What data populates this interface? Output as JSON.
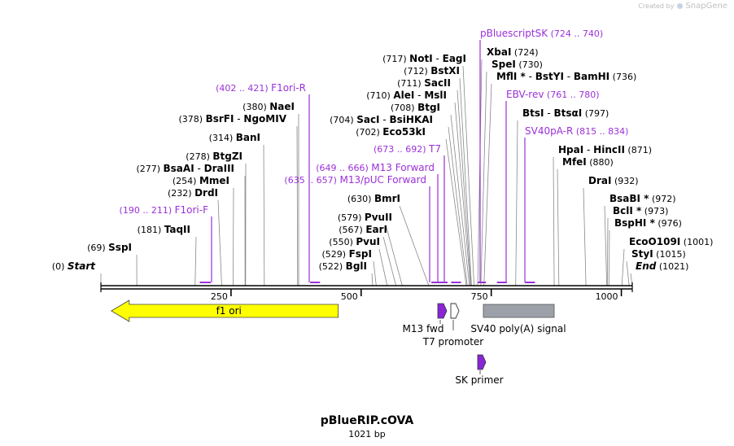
{
  "brand": {
    "prefix": "Created by",
    "name": "SnapGene"
  },
  "plasmid": {
    "name": "pBlueRIP.cOVA",
    "length_label": "1021 bp",
    "length": 1021
  },
  "colors": {
    "primer": "#9b30d9",
    "f1ori": "#ffff00",
    "feature_gray": "#9ca0a8",
    "primer_arrow": "#8a25d6"
  },
  "ruler_ticks": [
    250,
    500,
    750,
    1000
  ],
  "sites": [
    {
      "name": "Start",
      "pos": 0,
      "label": "(0)",
      "style": "ends"
    },
    {
      "name": "SspI",
      "pos": 69,
      "label": "(69)"
    },
    {
      "name": "TaqII",
      "pos": 181,
      "label": "(181)"
    },
    {
      "name": "DrdI",
      "pos": 232,
      "label": "(232)"
    },
    {
      "name": "MmeI",
      "pos": 254,
      "label": "(254)"
    },
    {
      "name": "BsaAI",
      "name2": "DraIII",
      "pos": 277,
      "label": "(277)"
    },
    {
      "name": "BtgZI",
      "pos": 278,
      "label": "(278)"
    },
    {
      "name": "BanI",
      "pos": 314,
      "label": "(314)"
    },
    {
      "name": "BsrFI",
      "name2": "NgoMIV",
      "pos": 378,
      "label": "(378)"
    },
    {
      "name": "NaeI",
      "pos": 380,
      "label": "(380)"
    },
    {
      "name": "BglI",
      "pos": 522,
      "label": "(522)"
    },
    {
      "name": "FspI",
      "pos": 529,
      "label": "(529)"
    },
    {
      "name": "PvuI",
      "pos": 550,
      "label": "(550)"
    },
    {
      "name": "EarI",
      "pos": 567,
      "label": "(567)"
    },
    {
      "name": "PvuII",
      "pos": 579,
      "label": "(579)"
    },
    {
      "name": "BmrI",
      "pos": 630,
      "label": "(630)"
    },
    {
      "name": "Eco53kI",
      "pos": 702,
      "label": "(702)"
    },
    {
      "name": "SacI",
      "name2": "BsiHKAI",
      "pos": 704,
      "label": "(704)"
    },
    {
      "name": "BtgI",
      "pos": 708,
      "label": "(708)"
    },
    {
      "name": "AleI",
      "name2": "MslI",
      "pos": 710,
      "label": "(710)"
    },
    {
      "name": "SacII",
      "pos": 711,
      "label": "(711)"
    },
    {
      "name": "BstXI",
      "pos": 712,
      "label": "(712)"
    },
    {
      "name": "NotI",
      "name2": "EagI",
      "pos": 717,
      "label": "(717)"
    },
    {
      "name": "XbaI",
      "pos": 724,
      "label": "(724)"
    },
    {
      "name": "SpeI",
      "pos": 730,
      "label": "(730)"
    },
    {
      "name": "MflI *",
      "name2": "BstYI",
      "name3": "BamHI",
      "pos": 736,
      "label": "(736)"
    },
    {
      "name": "BtsI",
      "name2": "BtsαI",
      "pos": 797,
      "label": "(797)"
    },
    {
      "name": "HpaI",
      "name2": "HincII",
      "pos": 871,
      "label": "(871)"
    },
    {
      "name": "MfeI",
      "pos": 880,
      "label": "(880)"
    },
    {
      "name": "DraI",
      "pos": 932,
      "label": "(932)"
    },
    {
      "name": "BsaBI *",
      "pos": 972,
      "label": "(972)"
    },
    {
      "name": "BclI *",
      "pos": 973,
      "label": "(973)"
    },
    {
      "name": "BspHI *",
      "pos": 976,
      "label": "(976)"
    },
    {
      "name": "EcoO109I",
      "pos": 1001,
      "label": "(1001)"
    },
    {
      "name": "StyI",
      "pos": 1015,
      "label": "(1015)"
    },
    {
      "name": "End",
      "pos": 1021,
      "label": "(1021)",
      "style": "ends"
    }
  ],
  "primers": [
    {
      "name": "F1ori-F",
      "range": "(190 .. 211)",
      "start": 190,
      "end": 211
    },
    {
      "name": "F1ori-R",
      "range": "(402 .. 421)",
      "start": 402,
      "end": 421
    },
    {
      "name": "M13/pUC Forward",
      "range": "(635 .. 657)",
      "start": 635,
      "end": 657
    },
    {
      "name": "M13 Forward",
      "range": "(649 .. 666)",
      "start": 649,
      "end": 666
    },
    {
      "name": "T7",
      "range": "(673 .. 692)",
      "start": 673,
      "end": 692
    },
    {
      "name": "pBluescriptSK",
      "range": "(724 .. 740)",
      "start": 724,
      "end": 740
    },
    {
      "name": "EBV-rev",
      "range": "(761 .. 780)",
      "start": 761,
      "end": 780
    },
    {
      "name": "SV40pA-R",
      "range": "(815 .. 834)",
      "start": 815,
      "end": 834
    }
  ],
  "features": [
    {
      "name": "f1 ori",
      "type": "arrow-left",
      "start": 20,
      "end": 456,
      "color": "#ffff00"
    },
    {
      "name": "M13 fwd",
      "type": "primer-arrow",
      "start": 649,
      "end": 666,
      "color": "#8a25d6"
    },
    {
      "name": "T7 promoter",
      "type": "promoter",
      "start": 673,
      "end": 692,
      "color": "#ffffff"
    },
    {
      "name": "SV40 poly(A) signal",
      "type": "box",
      "start": 739,
      "end": 874,
      "color": "#9ca0a8"
    },
    {
      "name": "SK primer",
      "type": "primer-arrow",
      "start": 724,
      "end": 740,
      "color": "#8a25d6"
    }
  ]
}
